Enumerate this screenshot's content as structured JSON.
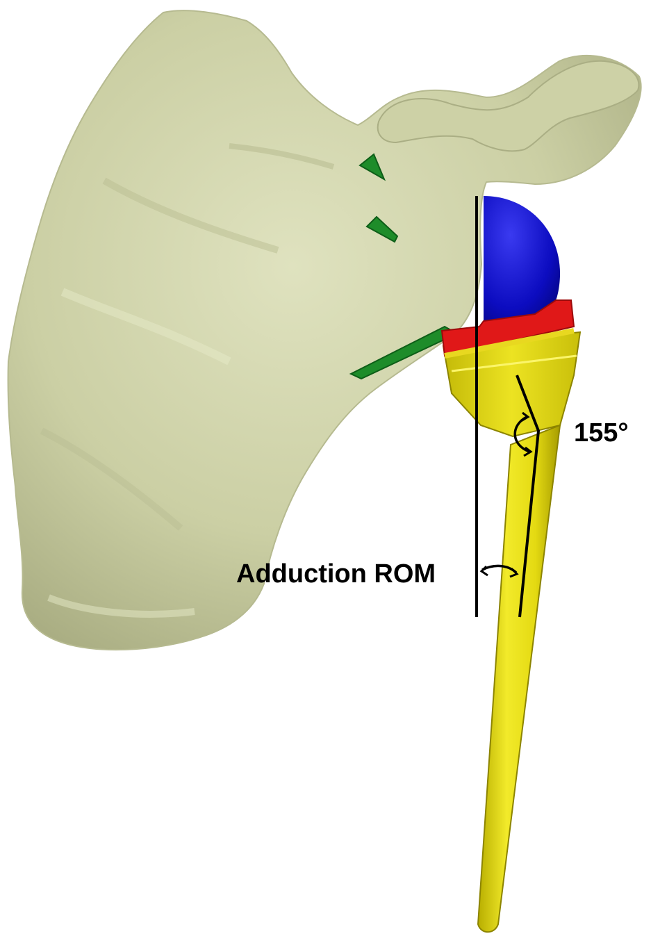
{
  "labels": {
    "neck_shaft_angle": "155°",
    "adduction": "Adduction ROM"
  },
  "colors": {
    "scapula": "#cfd3a9",
    "glenosphere": "#1010c8",
    "polyethylene_insert": "#e01818",
    "humeral_stem": "#e2d914",
    "glenoid_screws": "#1e8c2a",
    "reference_lines": "#000000"
  },
  "components": [
    "scapula",
    "glenosphere",
    "polyethylene-insert",
    "humeral-stem",
    "glenoid-screws",
    "humeral-axis-line",
    "vertical-reference-line"
  ]
}
